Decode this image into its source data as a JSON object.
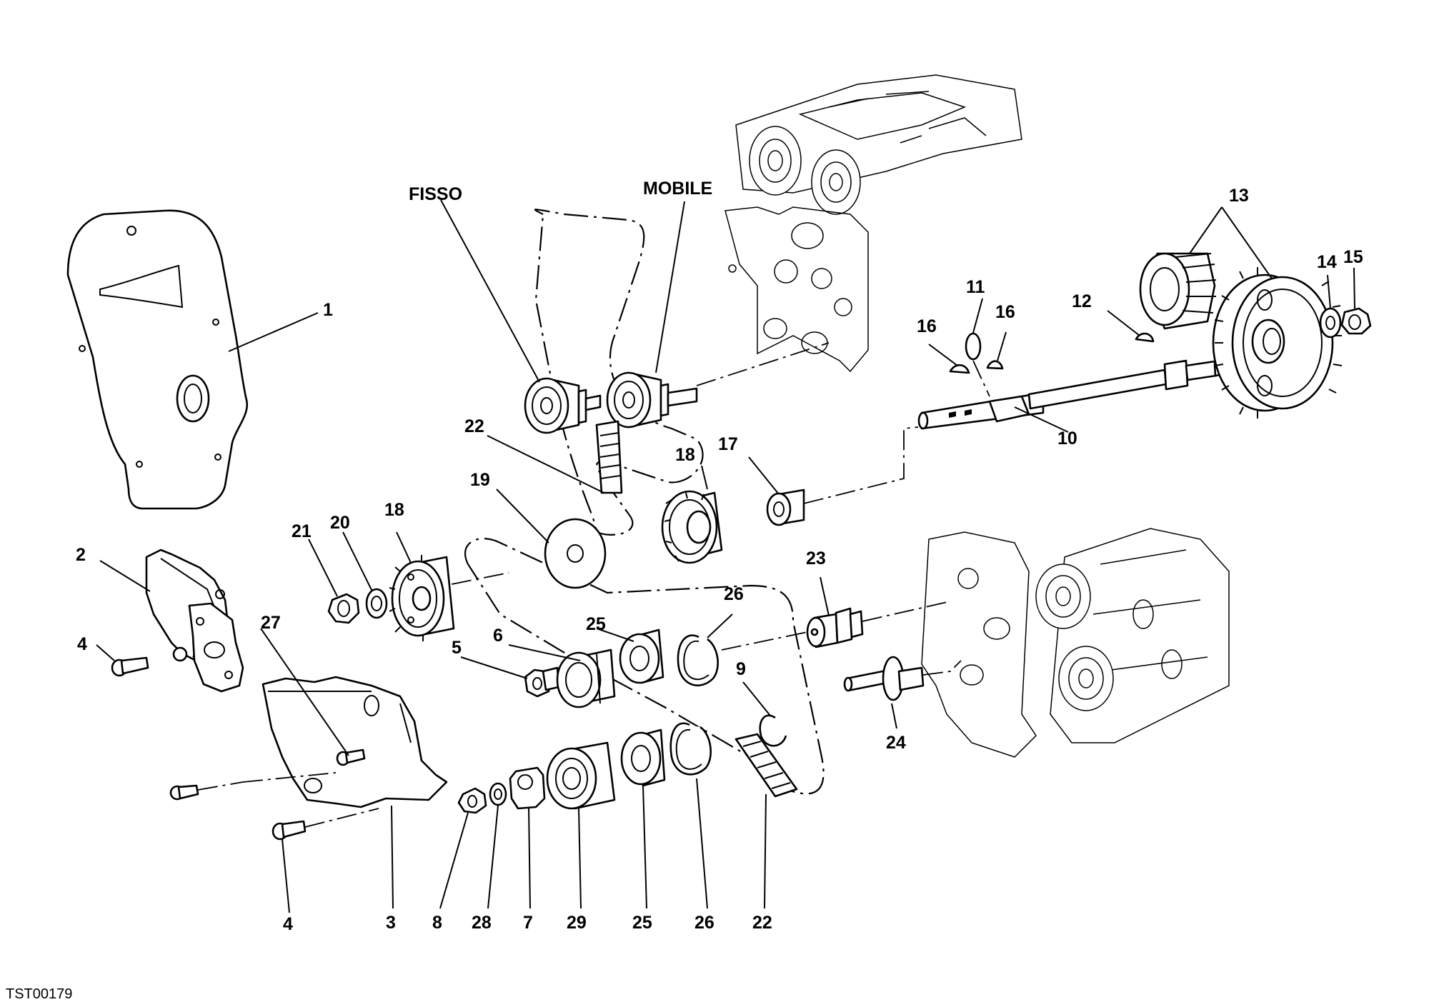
{
  "drawing_code": "TST00179",
  "labels": {
    "fisso": "FISSO",
    "mobile": "MOBILE",
    "n1": "1",
    "n2": "2",
    "n3": "3",
    "n4a": "4",
    "n4b": "4",
    "n5": "5",
    "n6": "6",
    "n7": "7",
    "n8": "8",
    "n9": "9",
    "n10": "10",
    "n11": "11",
    "n12": "12",
    "n13": "13",
    "n14": "14",
    "n15": "15",
    "n16a": "16",
    "n16b": "16",
    "n17": "17",
    "n18a": "18",
    "n18b": "18",
    "n19": "19",
    "n20": "20",
    "n21": "21",
    "n22a": "22",
    "n22b": "22",
    "n23": "23",
    "n24": "24",
    "n25a": "25",
    "n25b": "25",
    "n26a": "26",
    "n26b": "26",
    "n27": "27",
    "n28": "28",
    "n29": "29"
  }
}
